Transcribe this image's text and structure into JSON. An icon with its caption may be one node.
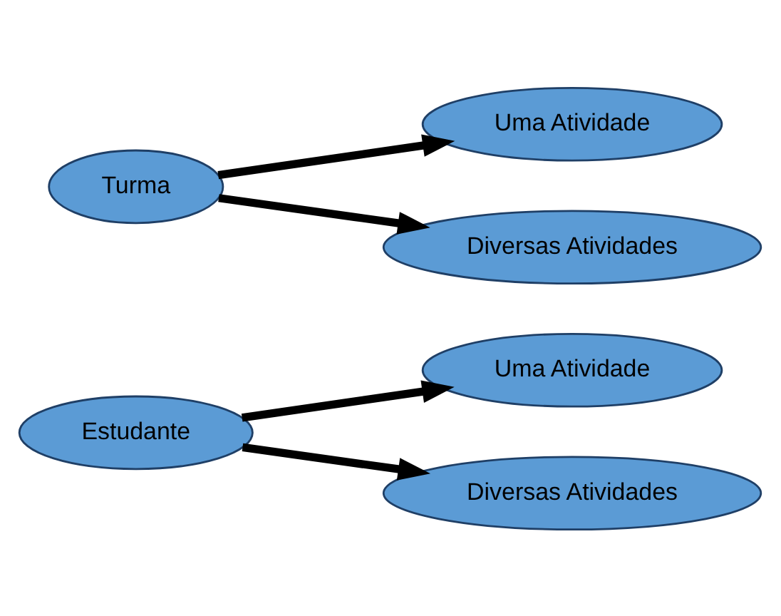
{
  "diagram": {
    "nodes": [
      {
        "text": [
          "Estudante"
        ]
      },
      {
        "text": [
          "Uma Atividade"
        ]
      },
      {
        "text": [
          "Diversas Atividades"
        ]
      },
      {
        "text": [
          "Turma"
        ]
      },
      {
        "text": [
          "Uma Atividade"
        ]
      },
      {
        "text": [
          "Diversas Atividades"
        ]
      }
    ],
    "edges": [
      {
        "from": 0,
        "to": 1,
        "arrow": "to"
      },
      {
        "from": 0,
        "to": 2,
        "arrow": "to"
      },
      {
        "from": 3,
        "to": 4,
        "arrow": "to"
      },
      {
        "from": 3,
        "to": 5,
        "arrow": "to"
      }
    ]
  }
}
